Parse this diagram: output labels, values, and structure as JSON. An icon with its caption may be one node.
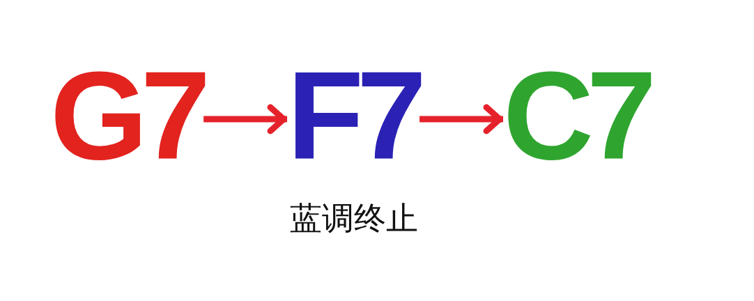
{
  "diagram": {
    "nodes": [
      {
        "text": [
          "G7"
        ]
      },
      {
        "text": [
          "F7"
        ]
      },
      {
        "text": [
          "C7"
        ]
      }
    ],
    "edges": [
      {
        "from": 0,
        "to": 1,
        "arrow": "to"
      },
      {
        "from": 1,
        "to": 2,
        "arrow": "to"
      }
    ],
    "labels": [
      "蓝调终止"
    ]
  }
}
